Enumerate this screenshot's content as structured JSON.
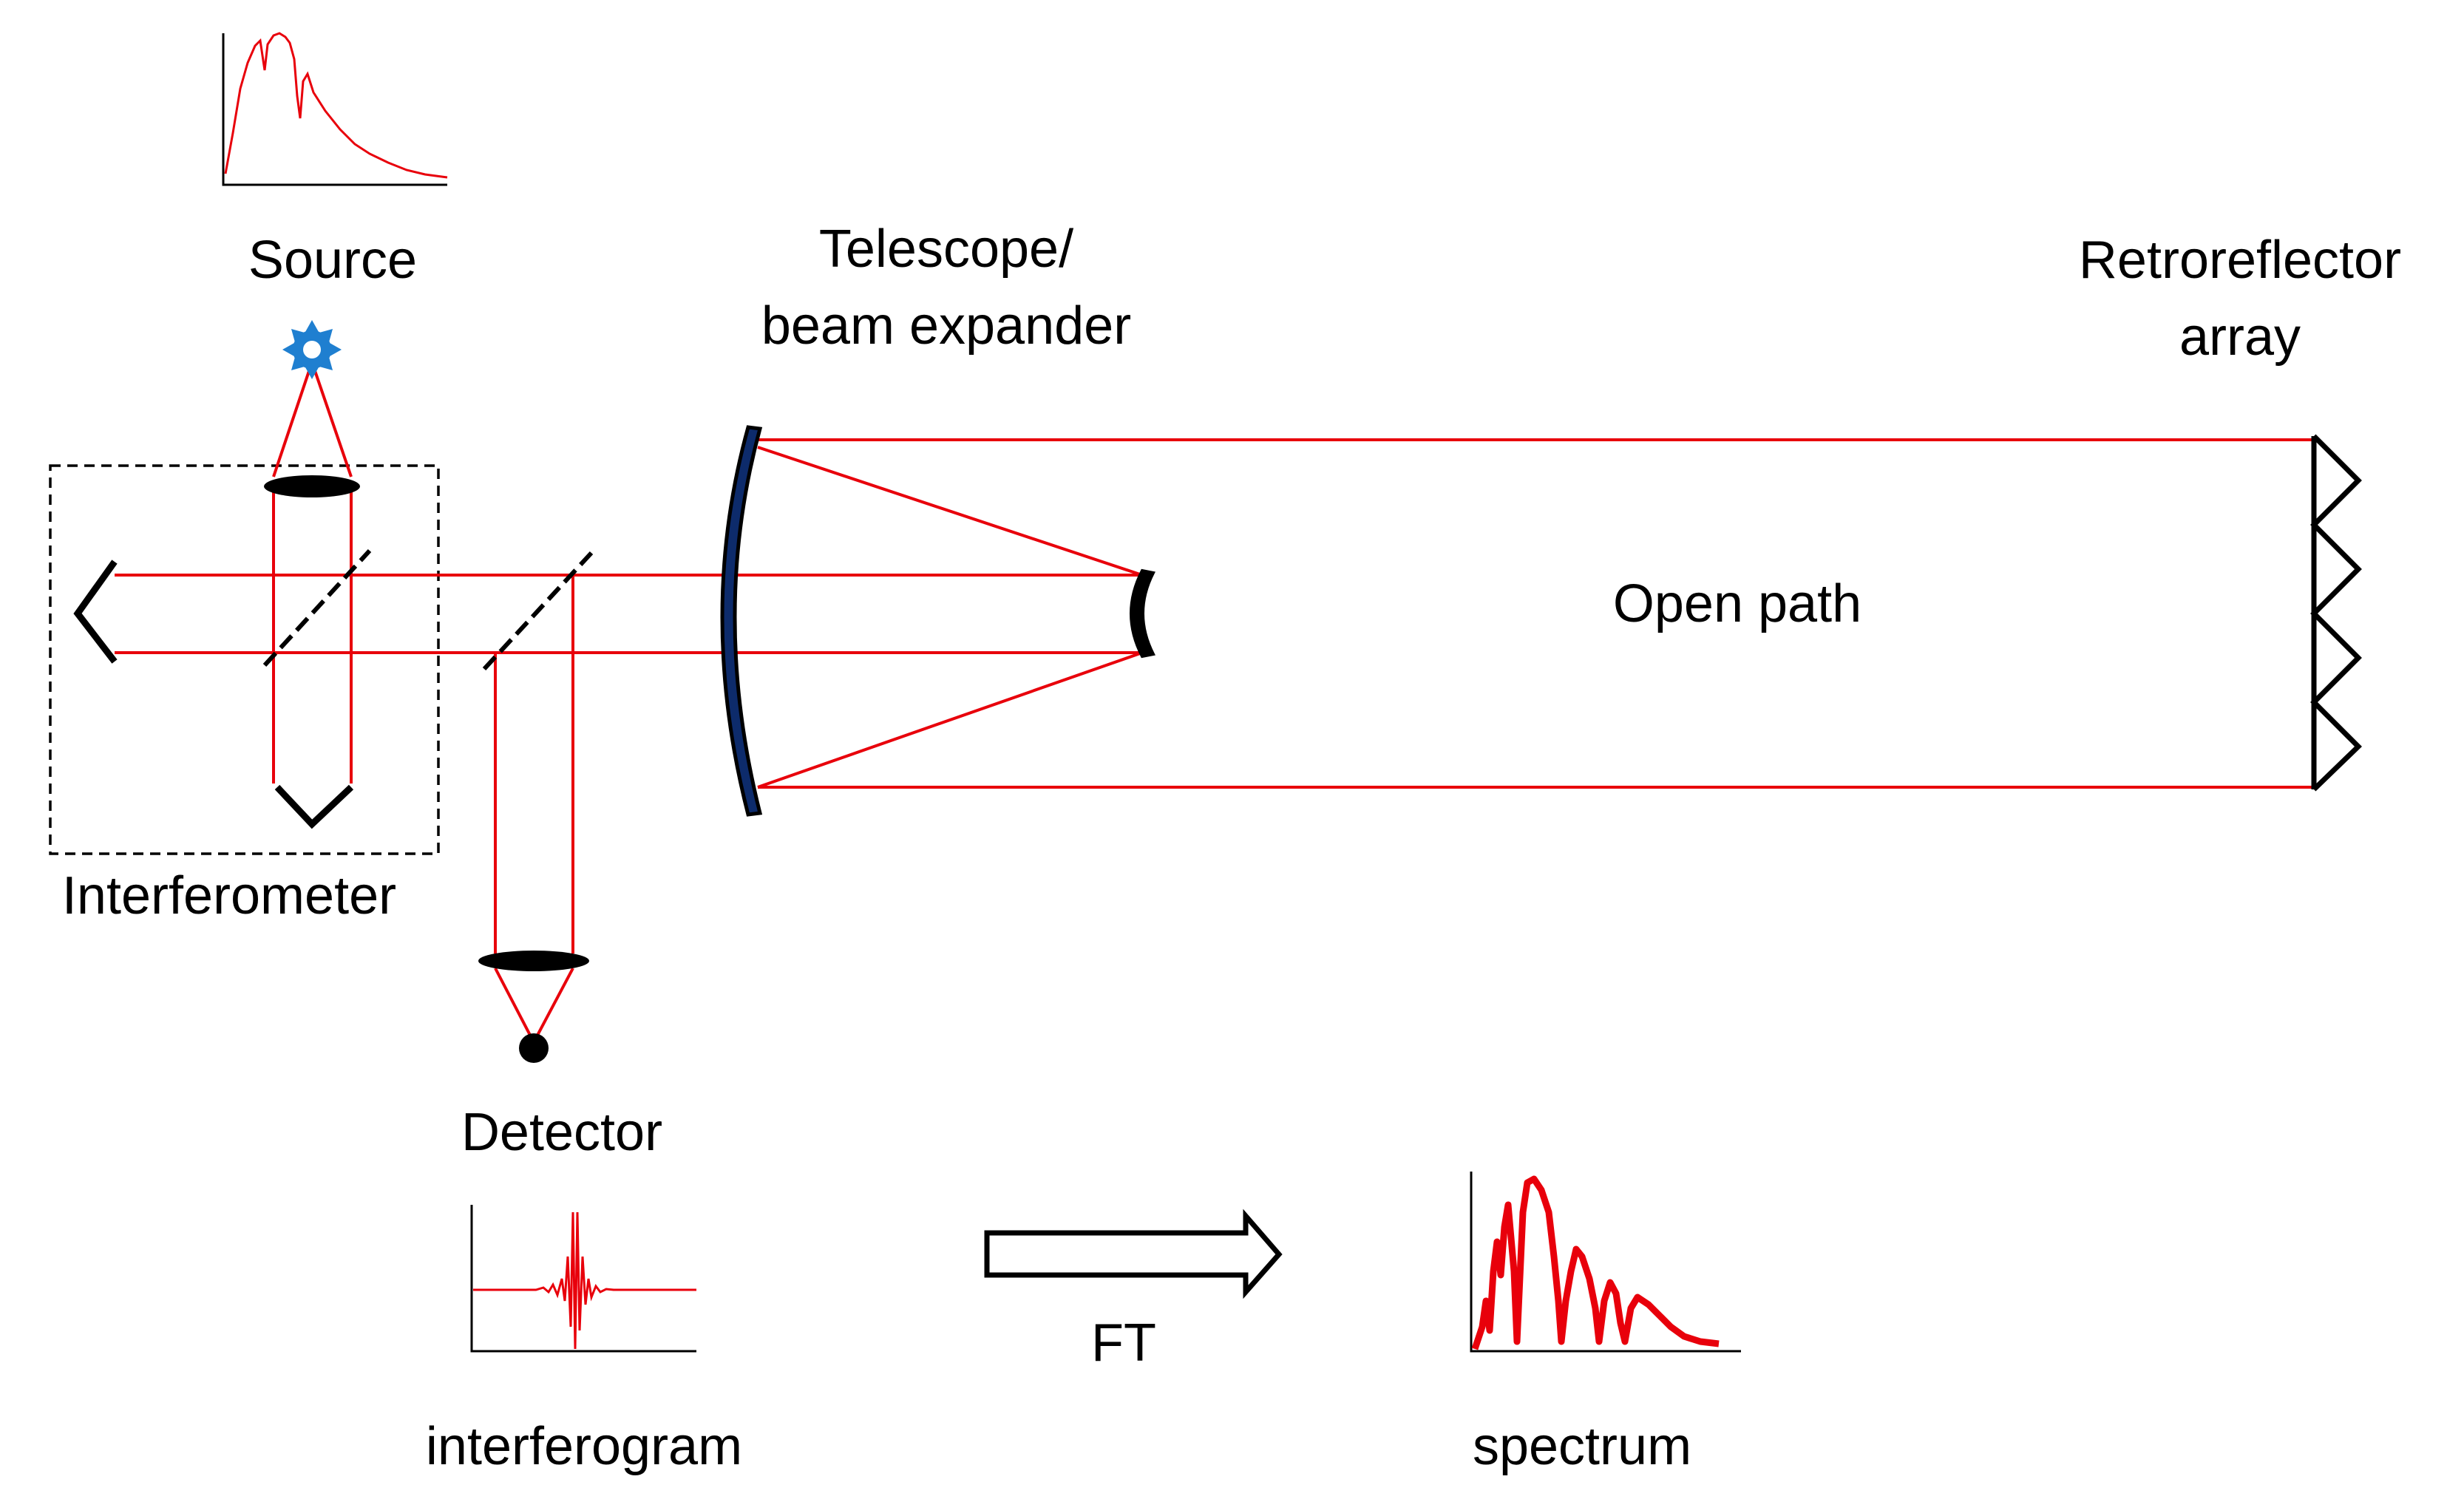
{
  "labels": {
    "source": "Source",
    "telescope_line1": "Telescope/",
    "telescope_line2": "beam expander",
    "retro_line1": "Retroreflector",
    "retro_line2": "array",
    "open_path": "Open path",
    "interferometer": "Interferometer",
    "detector": "Detector",
    "interferogram": "interferogram",
    "ft": "FT",
    "spectrum": "spectrum"
  },
  "colors": {
    "beam": "#e8000b",
    "optics": "#000000",
    "mirror_fill": "#0d2b6b",
    "source_icon": "#1f7fd0"
  },
  "icons": {
    "source": "star-burst-icon",
    "transform": "right-arrow-icon"
  }
}
